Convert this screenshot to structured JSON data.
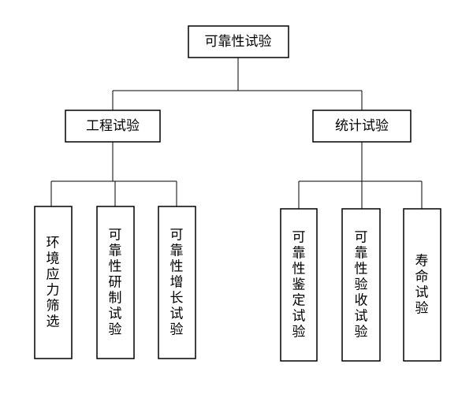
{
  "diagram": {
    "root": {
      "label": "可靠性试验"
    },
    "branches": [
      {
        "label": "工程试验",
        "children": [
          "环境应力筛选",
          "可靠性研制试验",
          "可靠性增长试验"
        ]
      },
      {
        "label": "统计试验",
        "children": [
          "可靠性鉴定试验",
          "可靠性验收试验",
          "寿命试验"
        ]
      }
    ]
  }
}
